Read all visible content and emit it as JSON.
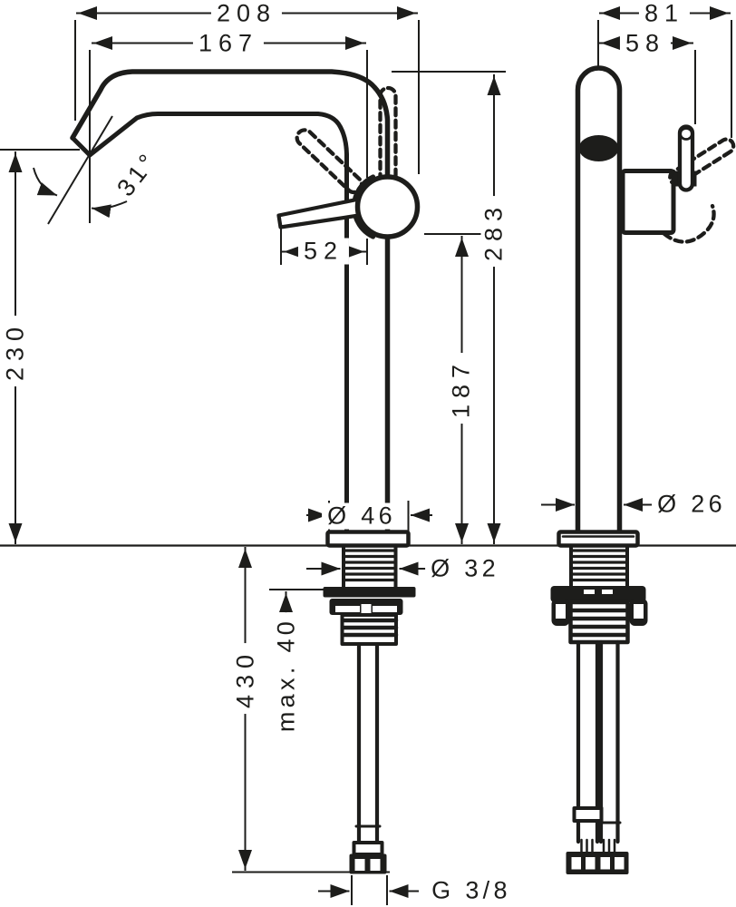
{
  "drawing": {
    "background": "#ffffff",
    "line_color": "#1d1d1b",
    "dimensions": {
      "spout_reach_total": "208",
      "spout_reach": "167",
      "side_depth_total": "81",
      "side_depth_handle": "58",
      "height_outlet": "230",
      "height_total": "283",
      "height_handle": "187",
      "handle_length": "52",
      "spout_angle": "31°",
      "base_diameter": "Ø 46",
      "shank_diameter": "Ø 32",
      "column_diameter": "Ø 26",
      "hose_length": "430",
      "max_mounting_thickness": "max. 40",
      "connection_thread": "G 3/8"
    }
  }
}
